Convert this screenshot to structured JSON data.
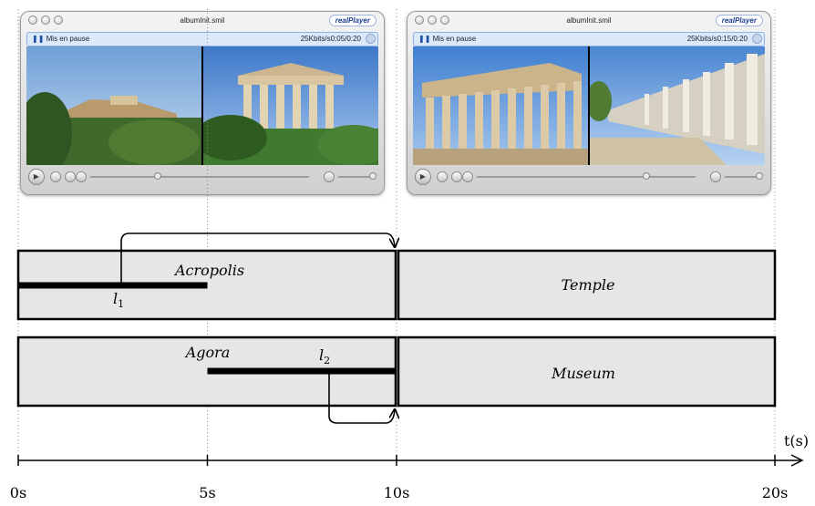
{
  "players": [
    {
      "window_title": "albumInit.smil",
      "logo": "realPlayer",
      "status": "Mis en pause",
      "status_icon": "pause-icon",
      "stream": "25Kbits/s0:05/0:20"
    },
    {
      "window_title": "albumInit.smil",
      "logo": "realPlayer",
      "status": "Mis en pause",
      "status_icon": "pause-icon",
      "stream": "25Kbits/s0:15/0:20"
    }
  ],
  "timeline": {
    "bars": [
      {
        "label": "Acropolis",
        "start": 0,
        "end": 10
      },
      {
        "label": "Temple",
        "start": 10,
        "end": 20
      },
      {
        "label": "Agora",
        "start": 0,
        "end": 10
      },
      {
        "label": "Museum",
        "start": 10,
        "end": 20
      }
    ],
    "links": [
      {
        "label": "l",
        "sub": "1",
        "start": 0,
        "end": 5,
        "target_time": 10
      },
      {
        "label": "l",
        "sub": "2",
        "start": 5,
        "end": 10,
        "target_time": 10
      }
    ],
    "axis": {
      "label": "t(s)",
      "ticks": [
        "0s",
        "5s",
        "10s",
        "20s"
      ]
    },
    "fill_color": "#e6e6e6",
    "link_color": "#000000"
  }
}
